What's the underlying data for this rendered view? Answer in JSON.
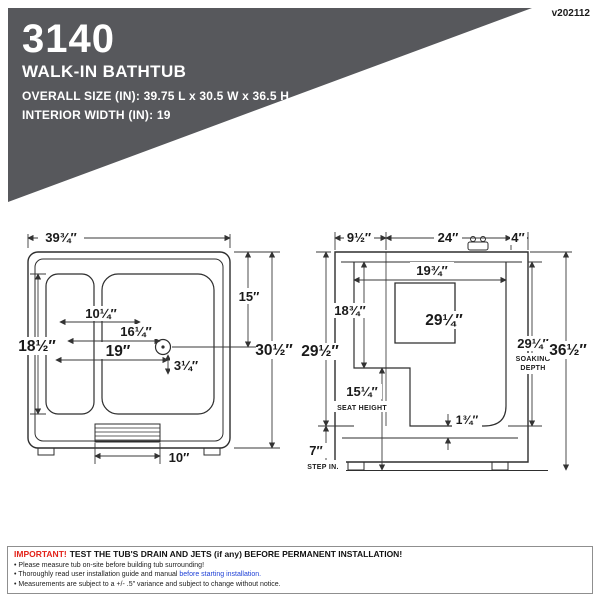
{
  "meta": {
    "version": "v202112"
  },
  "colors": {
    "banner": "#57585c",
    "line": "#2e2e2e",
    "important": "#e2231a",
    "link": "#1d3fd6"
  },
  "header": {
    "model": "3140",
    "product": "WALK-IN BATHTUB",
    "overall_size": "OVERALL SIZE (IN): 39.75 L x 30.5 W x 36.5 H",
    "interior_width": "INTERIOR WIDTH (IN): 19"
  },
  "top_view": {
    "dims": {
      "width_top": "39¾″",
      "side_upper": "15″",
      "overall_depth": "30½″",
      "interior_depth": "18½″",
      "seat_width": "10¼″",
      "well_width": "16¼″",
      "interior_width": "19″",
      "drain_offset": "3¼″",
      "door_width": "10″"
    }
  },
  "side_view": {
    "dims": {
      "top_left": "9½″",
      "top_mid": "24″",
      "top_right": "4″",
      "inner_top": "19¾″",
      "upper_left": "18¾″",
      "window": "29¼″",
      "left_overall": "29½″",
      "seat_height": "15¼″",
      "seat_caption": "SEAT HEIGHT",
      "base_gap": "1¾″",
      "step": "7″",
      "step_caption": "STEP IN.",
      "soak": "29¼″",
      "soak_caption_1": "SOAKING",
      "soak_caption_2": "DEPTH",
      "overall_height": "36½″"
    }
  },
  "footer": {
    "important_label": "IMPORTANT!",
    "warning": "TEST THE TUB'S DRAIN AND JETS (if any) BEFORE PERMANENT INSTALLATION!",
    "bullets": [
      {
        "text": "Please measure tub on-site before building tub surrounding!"
      },
      {
        "text": "Thoroughly read user installation guide and manual ",
        "link": "before starting installation."
      },
      {
        "text": "Measurements are subject to a +/- .5″ variance and subject to change without notice."
      }
    ]
  }
}
